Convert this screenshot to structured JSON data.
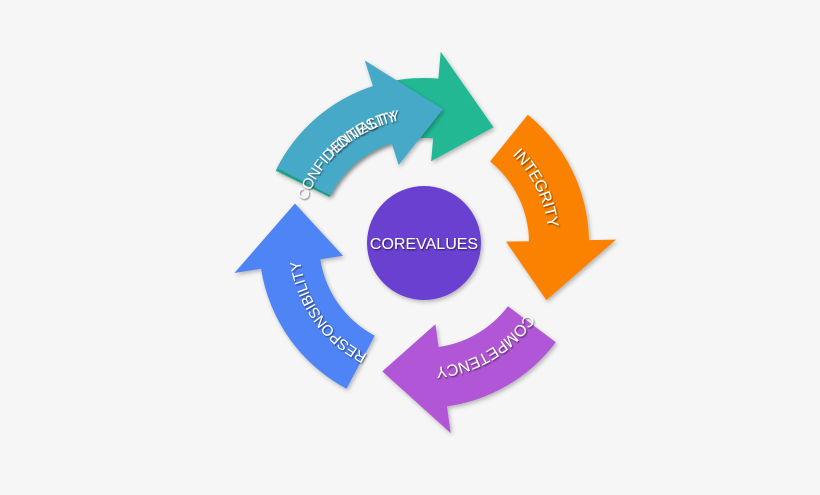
{
  "center": {
    "label": "COREVALUES",
    "color": "#6a3fd0"
  },
  "segments": [
    {
      "label": "HONESTY",
      "color": "#21b894"
    },
    {
      "label": "INTEGRITY",
      "color": "#fb8102"
    },
    {
      "label": "COMPETENCY",
      "color": "#b157d6"
    },
    {
      "label": "RESPONSIBILITY",
      "color": "#4f84f6"
    },
    {
      "label": "CONFIDENTIALITY",
      "color": "#46a9c8"
    }
  ],
  "colors": {
    "background": "#f6f6f6",
    "text": "#ffffff"
  }
}
